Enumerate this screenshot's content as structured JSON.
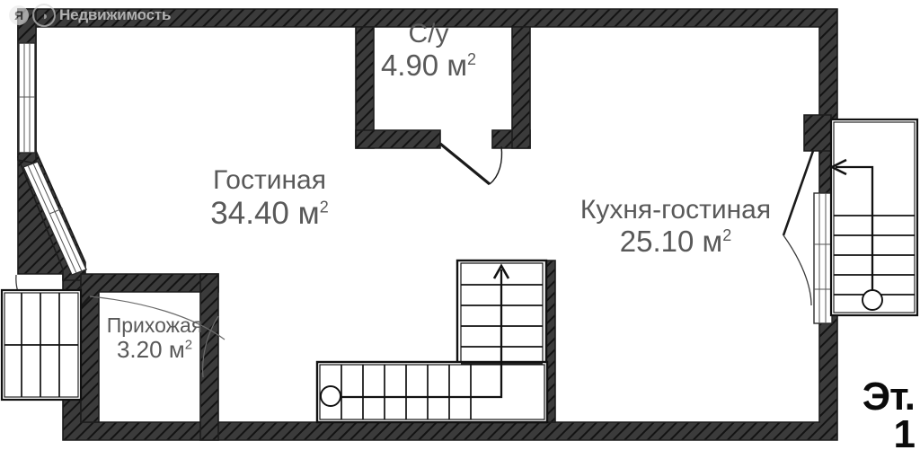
{
  "watermark": {
    "logo_primary": "Я",
    "logo_secondary": "◑",
    "text": "Недвижимость"
  },
  "plan": {
    "type": "floor-plan",
    "floor_badge": {
      "prefix": "Эт.",
      "number": "1"
    },
    "unit_suffix": "м",
    "unit_power": "2",
    "colors": {
      "wall": "#3a3a3a",
      "wall_hatch": "#1f1f1f",
      "label_text": "#595959",
      "badge_text": "#0b0b0b",
      "line": "#1a1a1a",
      "background": "#ffffff"
    },
    "rooms": [
      {
        "id": "bathroom",
        "name": "С/у",
        "area": "4.90",
        "area_label": "4.90 м²"
      },
      {
        "id": "living",
        "name": "Гостиная",
        "area": "34.40",
        "area_label": "34.40 м²"
      },
      {
        "id": "kitchen_living",
        "name": "Кухня-гостиная",
        "area": "25.10",
        "area_label": "25.10 м²"
      },
      {
        "id": "hallway",
        "name": "Прихожая",
        "area": "3.20",
        "area_label": "3.20 м²"
      }
    ],
    "features": [
      {
        "id": "interior-stair",
        "kind": "staircase",
        "shape": "L-shaped",
        "direction": "up"
      },
      {
        "id": "exterior-stair-right",
        "kind": "staircase",
        "shape": "straight",
        "direction": "left"
      },
      {
        "id": "exterior-stair-left",
        "kind": "entry-steps",
        "shape": "straight"
      },
      {
        "id": "window-north-left",
        "kind": "window"
      },
      {
        "id": "window-bay-diagonal",
        "kind": "window"
      },
      {
        "id": "window-east",
        "kind": "window"
      },
      {
        "id": "door-bathroom",
        "kind": "door"
      },
      {
        "id": "door-entrance-left",
        "kind": "door"
      },
      {
        "id": "door-entrance-right",
        "kind": "door"
      }
    ]
  }
}
